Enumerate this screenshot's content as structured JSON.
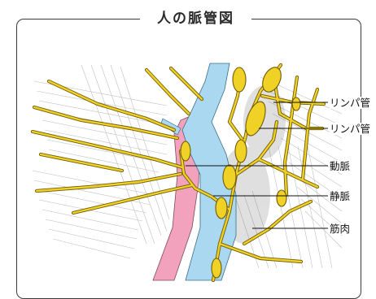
{
  "figure": {
    "title": "人の脈管図",
    "colors": {
      "artery": "#f2a2bd",
      "vein": "#a9d8f0",
      "lymph": "#f0d227",
      "lymph_outline": "#6f5a07",
      "muscle_hatch": "#8a8a8a",
      "frame": "#3a3a3a"
    }
  },
  "labels": [
    {
      "key": "lymph_vessel_1",
      "text": "リンパ管"
    },
    {
      "key": "lymph_vessel_2",
      "text": "リンパ管"
    },
    {
      "key": "artery",
      "text": "動脈"
    },
    {
      "key": "vein",
      "text": "静脈"
    },
    {
      "key": "muscle",
      "text": "筋肉"
    }
  ]
}
